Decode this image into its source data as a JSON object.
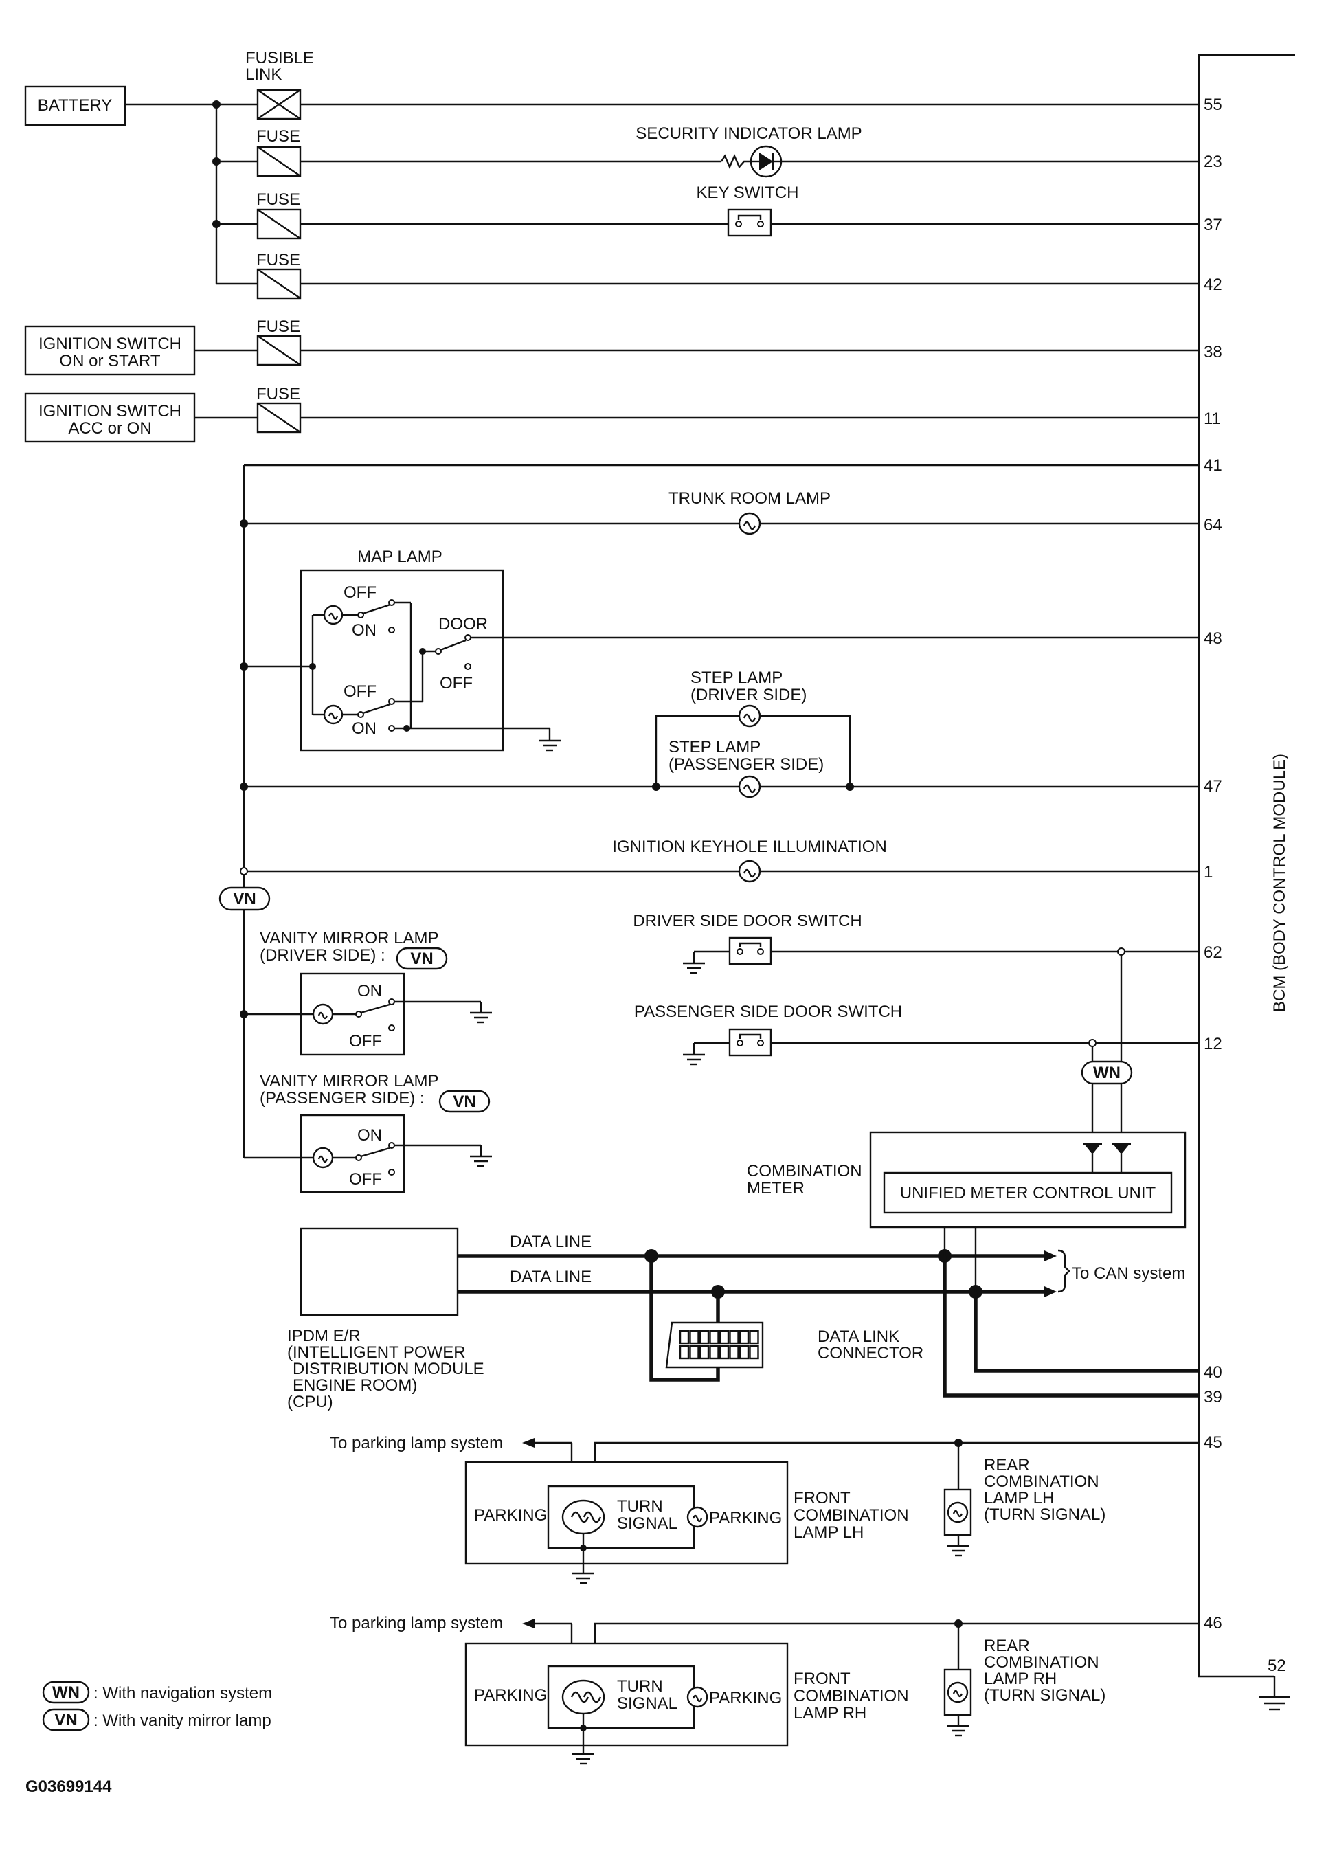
{
  "labels": {
    "fusible_link": "FUSIBLE",
    "fusible_link_2": "LINK",
    "battery": "BATTERY",
    "fuse": "FUSE",
    "ign_on_start_1": "IGNITION SWITCH",
    "ign_on_start_2": "ON or START",
    "ign_acc_on_1": "IGNITION SWITCH",
    "ign_acc_on_2": "ACC or ON",
    "security_lamp": "SECURITY INDICATOR LAMP",
    "key_switch": "KEY SWITCH",
    "trunk_lamp": "TRUNK ROOM LAMP",
    "map_lamp": "MAP LAMP",
    "off": "OFF",
    "on": "ON",
    "door": "DOOR",
    "step_driver_1": "STEP LAMP",
    "step_driver_2": "(DRIVER SIDE)",
    "step_pass_1": "STEP LAMP",
    "step_pass_2": "(PASSENGER SIDE)",
    "keyhole": "IGNITION KEYHOLE ILLUMINATION",
    "vn": "VN",
    "wn": "WN",
    "vanity_driver_1": "VANITY MIRROR LAMP",
    "vanity_driver_2": "(DRIVER SIDE) :",
    "vanity_pass_1": "VANITY MIRROR LAMP",
    "vanity_pass_2": "(PASSENGER SIDE) :",
    "driver_door_sw": "DRIVER SIDE DOOR SWITCH",
    "pass_door_sw": "PASSENGER SIDE DOOR SWITCH",
    "combination_meter_1": "COMBINATION",
    "combination_meter_2": "METER",
    "unified_meter": "UNIFIED METER CONTROL UNIT",
    "data_line": "DATA LINE",
    "to_can": "To CAN system",
    "dlc_1": "DATA LINK",
    "dlc_2": "CONNECTOR",
    "ipdm_1": "IPDM E/R",
    "ipdm_2": "(INTELLIGENT POWER",
    "ipdm_3": "DISTRIBUTION MODULE",
    "ipdm_4": "ENGINE ROOM)",
    "ipdm_5": "(CPU)",
    "to_parking": "To parking lamp system",
    "parking": "PARKING",
    "turn": "TURN",
    "signal": "SIGNAL",
    "front_comb_lh_1": "FRONT",
    "front_comb_lh_2": "COMBINATION",
    "front_comb_lh_3": "LAMP LH",
    "front_comb_rh_1": "FRONT",
    "front_comb_rh_2": "COMBINATION",
    "front_comb_rh_3": "LAMP RH",
    "rear_comb_lh_1": "REAR",
    "rear_comb_lh_2": "COMBINATION",
    "rear_comb_lh_3": "LAMP LH",
    "rear_comb_lh_4": "(TURN SIGNAL)",
    "rear_comb_rh_1": "REAR",
    "rear_comb_rh_2": "COMBINATION",
    "rear_comb_rh_3": "LAMP RH",
    "rear_comb_rh_4": "(TURN SIGNAL)",
    "bcm": "BCM (BODY CONTROL MODULE)",
    "legend_wn": ": With navigation system",
    "legend_vn": ": With vanity mirror lamp",
    "figure_id": "G03699144"
  },
  "pins": {
    "p55": "55",
    "p23": "23",
    "p37": "37",
    "p42": "42",
    "p38": "38",
    "p11": "11",
    "p41": "41",
    "p64": "64",
    "p48": "48",
    "p47": "47",
    "p1": "1",
    "p62": "62",
    "p12": "12",
    "p40": "40",
    "p39": "39",
    "p45": "45",
    "p46": "46",
    "p52": "52"
  }
}
